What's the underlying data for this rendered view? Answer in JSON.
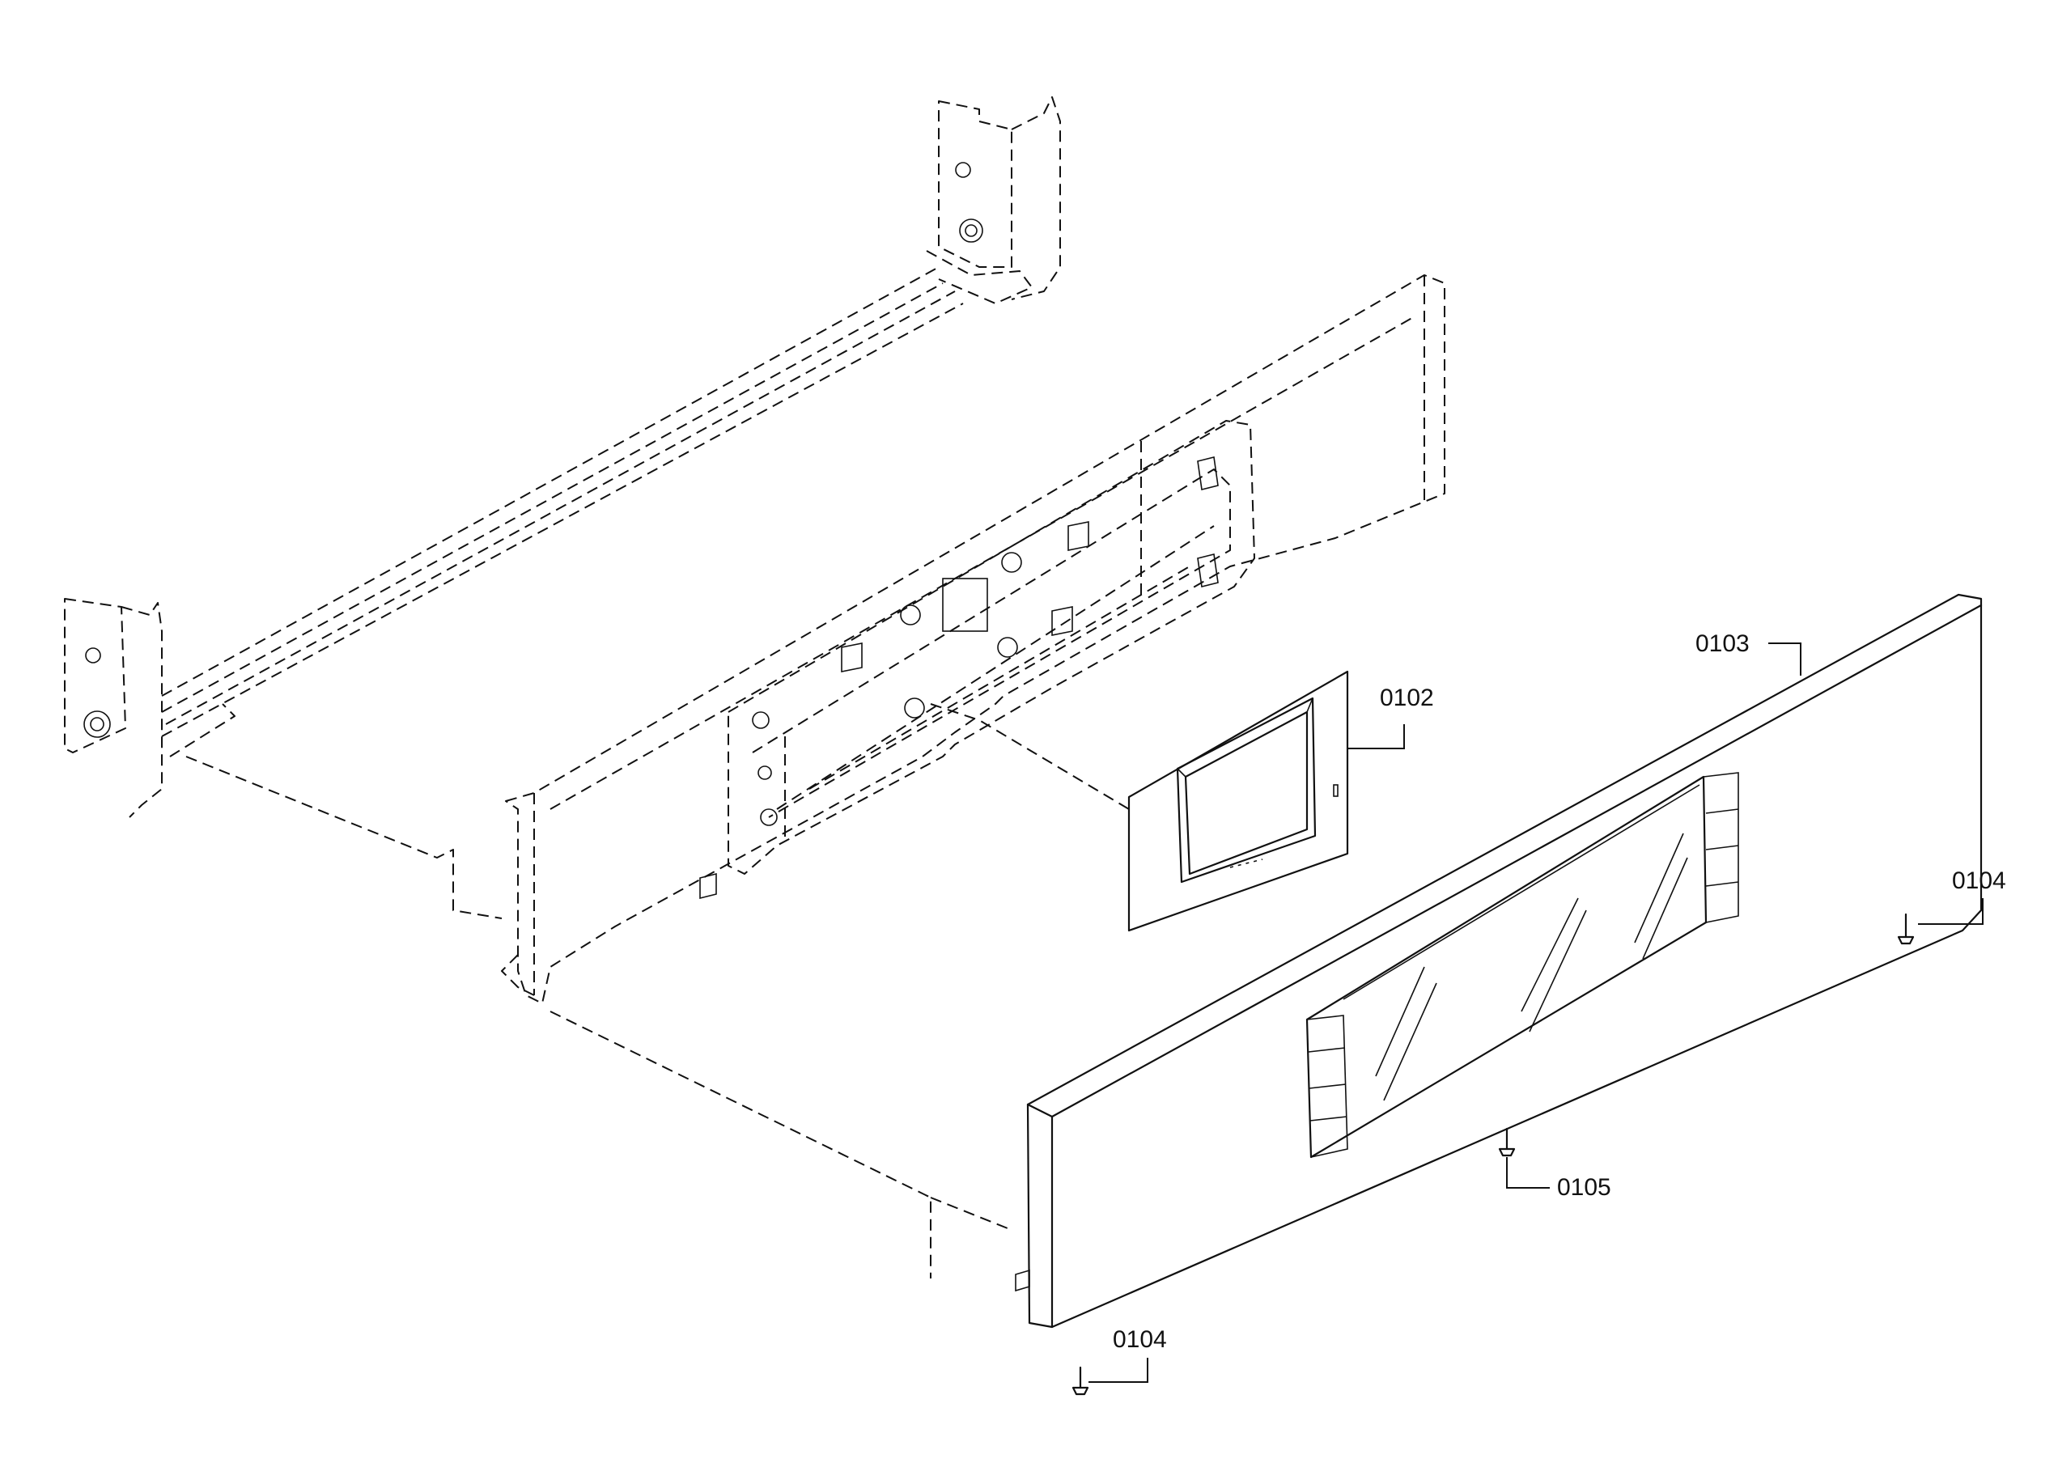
{
  "diagram": {
    "labels": {
      "p0102": "0102",
      "p0103": "0103",
      "p0104_right": "0104",
      "p0104_bottom": "0104",
      "p0105": "0105"
    },
    "colors": {
      "line": "#111111",
      "background": "#ffffff"
    }
  }
}
